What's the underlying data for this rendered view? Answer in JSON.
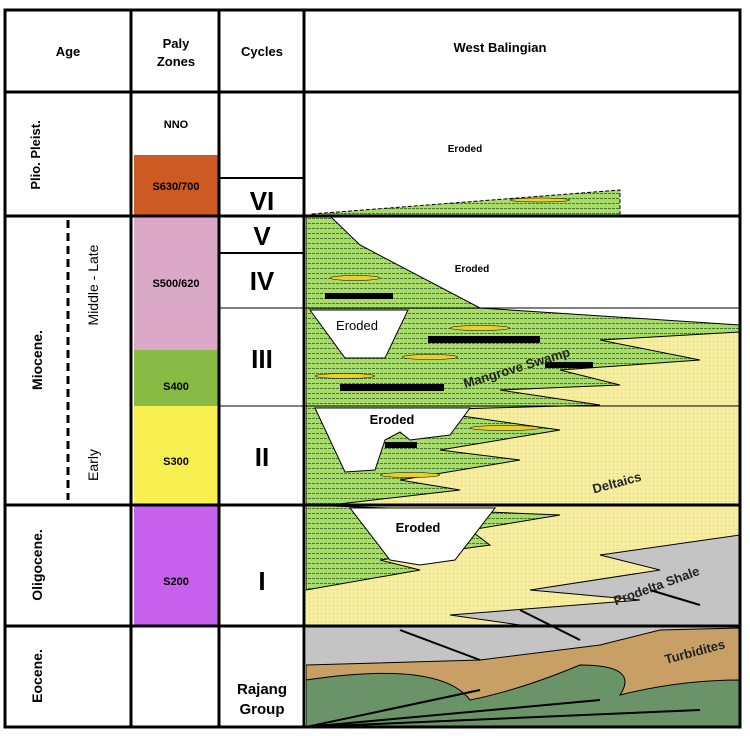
{
  "headers": {
    "age": "Age",
    "paly_zones_line1": "Paly",
    "paly_zones_line2": "Zones",
    "cycles": "Cycles",
    "section": "West Balingian"
  },
  "ages": {
    "plio_pleist": "Plio. Pleist.",
    "miocene": "Miocene.",
    "middle_late": "Middle - Late",
    "early": "Early",
    "oligocene": "Oligocene.",
    "eocene": "Eocene."
  },
  "paly_zones": [
    {
      "label": "NNO",
      "color": "#ffffff"
    },
    {
      "label": "S630/700",
      "color": "#cc5a22"
    },
    {
      "label": "S500/620",
      "color": "#dba8c8"
    },
    {
      "label": "S400",
      "color": "#88bb44"
    },
    {
      "label": "S300",
      "color": "#f8f050"
    },
    {
      "label": "S200",
      "color": "#c860ee"
    }
  ],
  "cycles": [
    "VI",
    "V",
    "IV",
    "III",
    "II",
    "I"
  ],
  "rajang_line1": "Rajang",
  "rajang_line2": "Group",
  "section_labels": {
    "eroded_top": "Eroded",
    "eroded_mid": "Eroded",
    "eroded_1": "Eroded",
    "eroded_2": "Eroded",
    "eroded_3": "Eroded",
    "mangrove": "Mangrove Swamp",
    "deltaics": "Deltaics",
    "prodelta": "Prodelta Shale",
    "turbidites": "Turbidites"
  },
  "colors": {
    "mangrove": "#a8dc6a",
    "deltaic": "#f6ee9e",
    "shale": "#c4c4c4",
    "turbidite": "#c8a066",
    "rajang": "#6a9468"
  }
}
